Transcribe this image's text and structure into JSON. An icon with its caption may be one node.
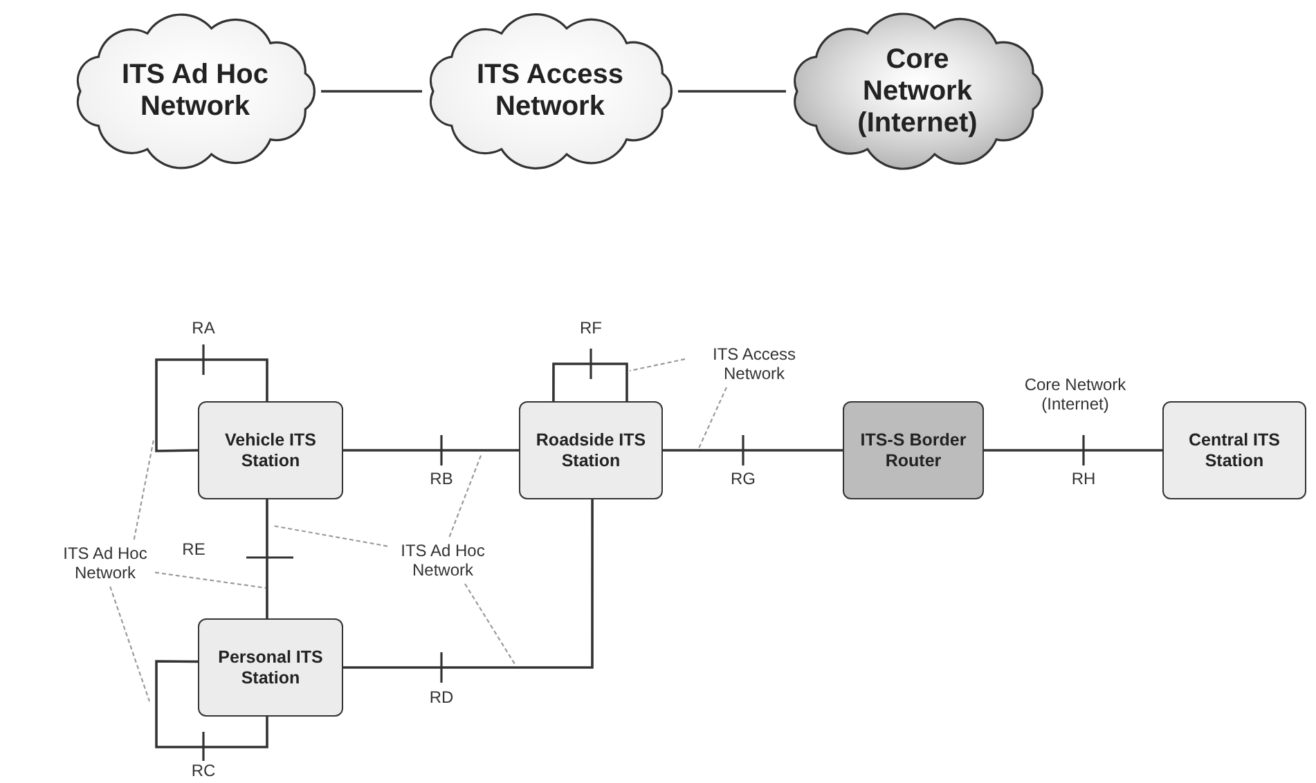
{
  "diagram": {
    "nodes": [
      {
        "text": [
          "ITS Ad Hoc Network"
        ]
      },
      {
        "text": [
          "ITS Access Network"
        ]
      },
      {
        "text": [
          "Core Network (Internet)"
        ]
      },
      {
        "text": [
          "Vehicle ITS Station"
        ]
      },
      {
        "text": [
          "Roadside ITS Station"
        ]
      },
      {
        "text": [
          "ITS-S Border Router"
        ]
      },
      {
        "text": [
          "Central ITS Station"
        ]
      },
      {
        "text": [
          "Personal ITS Station"
        ]
      },
      {
        "text": [
          "ITS Ad Hoc Network"
        ]
      },
      {
        "text": [
          "ITS Ad Hoc Network"
        ]
      },
      {
        "text": [
          "ITS Access Network"
        ]
      }
    ],
    "edges": [
      {
        "from": 0,
        "to": 1,
        "arrow": "none"
      },
      {
        "from": 1,
        "to": 2,
        "arrow": "none"
      },
      {
        "from": 3,
        "to": 3,
        "arrow": "none",
        "label": "RA"
      },
      {
        "from": 3,
        "to": 4,
        "arrow": "none",
        "label": "RB"
      },
      {
        "from": 4,
        "to": 4,
        "arrow": "none",
        "label": "RF"
      },
      {
        "from": 3,
        "to": 7,
        "arrow": "none",
        "label": "RE"
      },
      {
        "from": 7,
        "to": 4,
        "arrow": "none",
        "label": "RD"
      },
      {
        "from": 7,
        "to": 7,
        "arrow": "none",
        "label": "RC"
      },
      {
        "from": 4,
        "to": 5,
        "arrow": "none",
        "label": "RG"
      },
      {
        "from": 5,
        "to": 6,
        "arrow": "none",
        "label": "RH"
      },
      {
        "from": 8,
        "to": null,
        "arrow": "none",
        "style": "dashed",
        "color": "#9a9a9a"
      },
      {
        "from": 8,
        "to": null,
        "arrow": "none",
        "style": "dashed",
        "color": "#9a9a9a"
      },
      {
        "from": 8,
        "to": null,
        "arrow": "none",
        "style": "dashed",
        "color": "#9a9a9a"
      },
      {
        "from": 9,
        "to": null,
        "arrow": "none",
        "style": "dashed",
        "color": "#9a9a9a"
      },
      {
        "from": 9,
        "to": null,
        "arrow": "none",
        "style": "dashed",
        "color": "#9a9a9a"
      },
      {
        "from": 9,
        "to": null,
        "arrow": "none",
        "style": "dashed",
        "color": "#9a9a9a"
      },
      {
        "from": 10,
        "to": null,
        "arrow": "none",
        "style": "dashed",
        "color": "#9a9a9a"
      },
      {
        "from": 10,
        "to": null,
        "arrow": "none",
        "style": "dashed",
        "color": "#9a9a9a"
      }
    ],
    "labels": [
      "Core Network (Internet)"
    ]
  }
}
